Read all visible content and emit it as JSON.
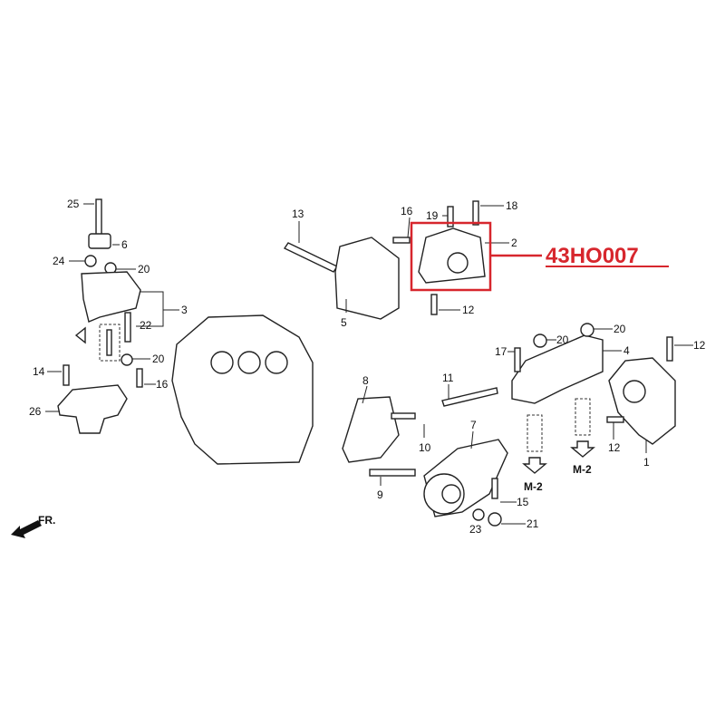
{
  "diagram": {
    "callouts": {
      "c25": "25",
      "c6": "6",
      "c24": "24",
      "c20a": "20",
      "c3": "3",
      "c22": "22",
      "c20b": "20",
      "c14": "14",
      "c16a": "16",
      "c26": "26",
      "c13": "13",
      "c16b": "16",
      "c19": "19",
      "c18": "18",
      "c2": "2",
      "c5": "5",
      "c12a": "12",
      "c17": "17",
      "c20c": "20",
      "c20d": "20",
      "c4": "4",
      "c12b": "12",
      "c8": "8",
      "c11": "11",
      "c10": "10",
      "c7": "7",
      "c9": "9",
      "c15": "15",
      "c23": "23",
      "c21": "21",
      "c12c": "12",
      "c1": "1"
    },
    "reference_labels": {
      "m2a": "M-2",
      "m2b": "M-2"
    },
    "direction_label": "FR.",
    "highlight": {
      "part_code": "43HO007",
      "color": "#d7262d"
    }
  }
}
